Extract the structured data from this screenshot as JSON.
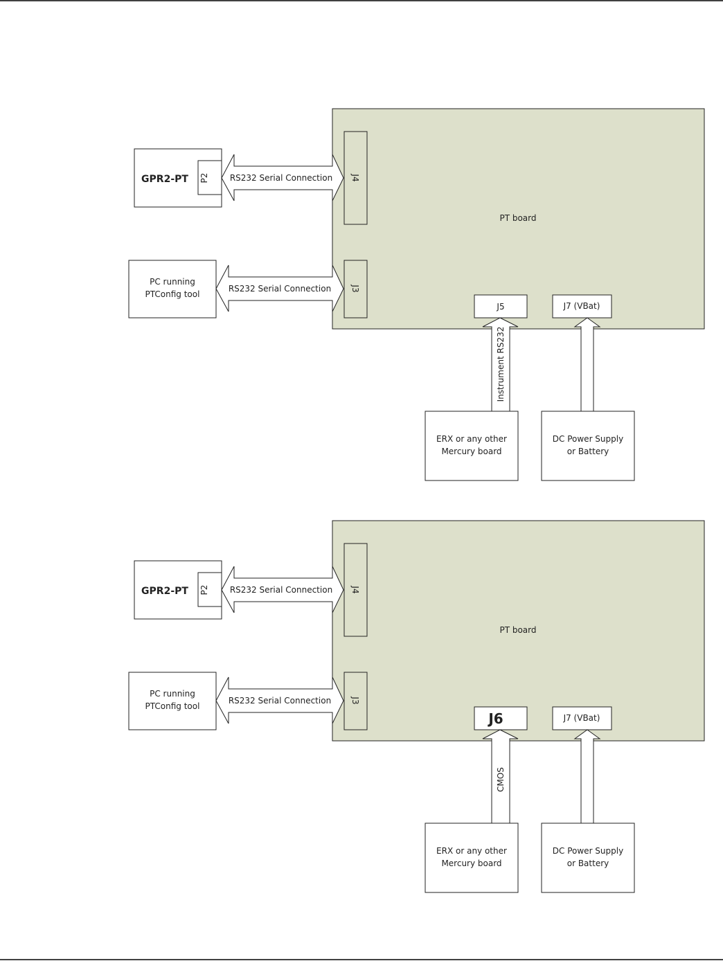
{
  "colors": {
    "board_fill": "#dde0cb",
    "stroke": "#222222",
    "page_rule": "#000000"
  },
  "diagrams": [
    {
      "board_label": "PT board",
      "gpr_label": "GPR2-PT",
      "gpr_port": "P2",
      "pc_line1": "PC running",
      "pc_line2": "PTConfig tool",
      "j4_label": "J4",
      "j3_label": "J3",
      "serial1_label": "RS232 Serial Connection",
      "serial2_label": "RS232 Serial Connection",
      "bottom_conn_label": "J5",
      "j7_label": "J7 (VBat)",
      "vertical_link_label": "Instrument RS232",
      "erx_line1": "ERX or any other",
      "erx_line2": "Mercury board",
      "dc_line1": "DC Power Supply",
      "dc_line2": "or Battery"
    },
    {
      "board_label": "PT board",
      "gpr_label": "GPR2-PT",
      "gpr_port": "P2",
      "pc_line1": "PC running",
      "pc_line2": "PTConfig tool",
      "j4_label": "J4",
      "j3_label": "J3",
      "serial1_label": "RS232 Serial Connection",
      "serial2_label": "RS232 Serial Connection",
      "bottom_conn_label": "J6",
      "j7_label": "J7 (VBat)",
      "vertical_link_label": "CMOS",
      "erx_line1": "ERX or any other",
      "erx_line2": "Mercury board",
      "dc_line1": "DC Power Supply",
      "dc_line2": "or Battery"
    }
  ]
}
